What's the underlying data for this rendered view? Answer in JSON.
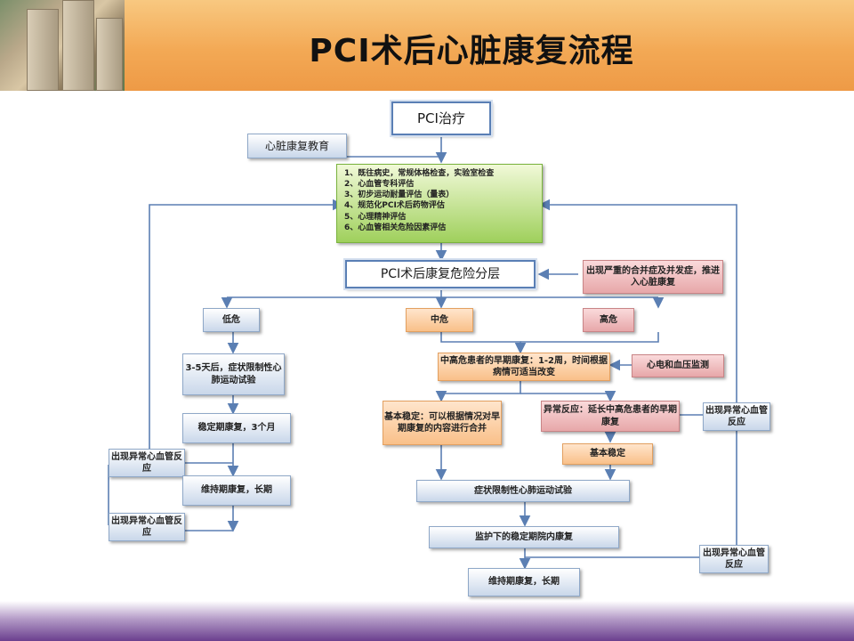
{
  "title": "PCI术后心脏康复流程",
  "nodes": {
    "pci": "PCI治疗",
    "education": "心脏康复教育",
    "assessment": [
      "1、既往病史，常规体格检查，实验室检查",
      "2、心血管专科评估",
      "3、初步运动耐量评估（量表）",
      "4、规范化PCI术后药物评估",
      "5、心理精神评估",
      "6、心血管相关危险因素评估"
    ],
    "stratify": "PCI术后康复危险分层",
    "severe": "出现严重的合并症及并发症，推进入心脏康复",
    "low": "低危",
    "mid": "中危",
    "high": "高危",
    "low_test": "3-5天后，症状限制性心肺运动试验",
    "stable_3m": "稳定期康复，3个月",
    "abnormal_1": "出现异常心血管反应",
    "maintain_long_left": "维持期康复，长期",
    "abnormal_2": "出现异常心血管反应",
    "early_rehab": "中高危患者的早期康复：1-2周，时间根据病情可适当改变",
    "ecg_bp": "心电和血压监测",
    "basic_stable": "基本稳定：可以根据情况对早期康复的内容进行合并",
    "abnormal_extend": "异常反应：延长中高危患者的早期康复",
    "abnormal_right": "出现异常心血管反应",
    "basic_stable2": "基本稳定",
    "symptom_test": "症状限制性心肺运动试验",
    "monitored": "监护下的稳定期院内康复",
    "abnormal_bottom": "出现异常心血管反应",
    "maintain_final": "维持期康复，长期"
  },
  "colors": {
    "header": "#f3a955",
    "footer": "#6a3f8e",
    "line": "#5b7fb3",
    "green": "#9fd05c",
    "orange": "#f9c089",
    "pink": "#e7a7a9",
    "blue": "#c9d7ea"
  }
}
